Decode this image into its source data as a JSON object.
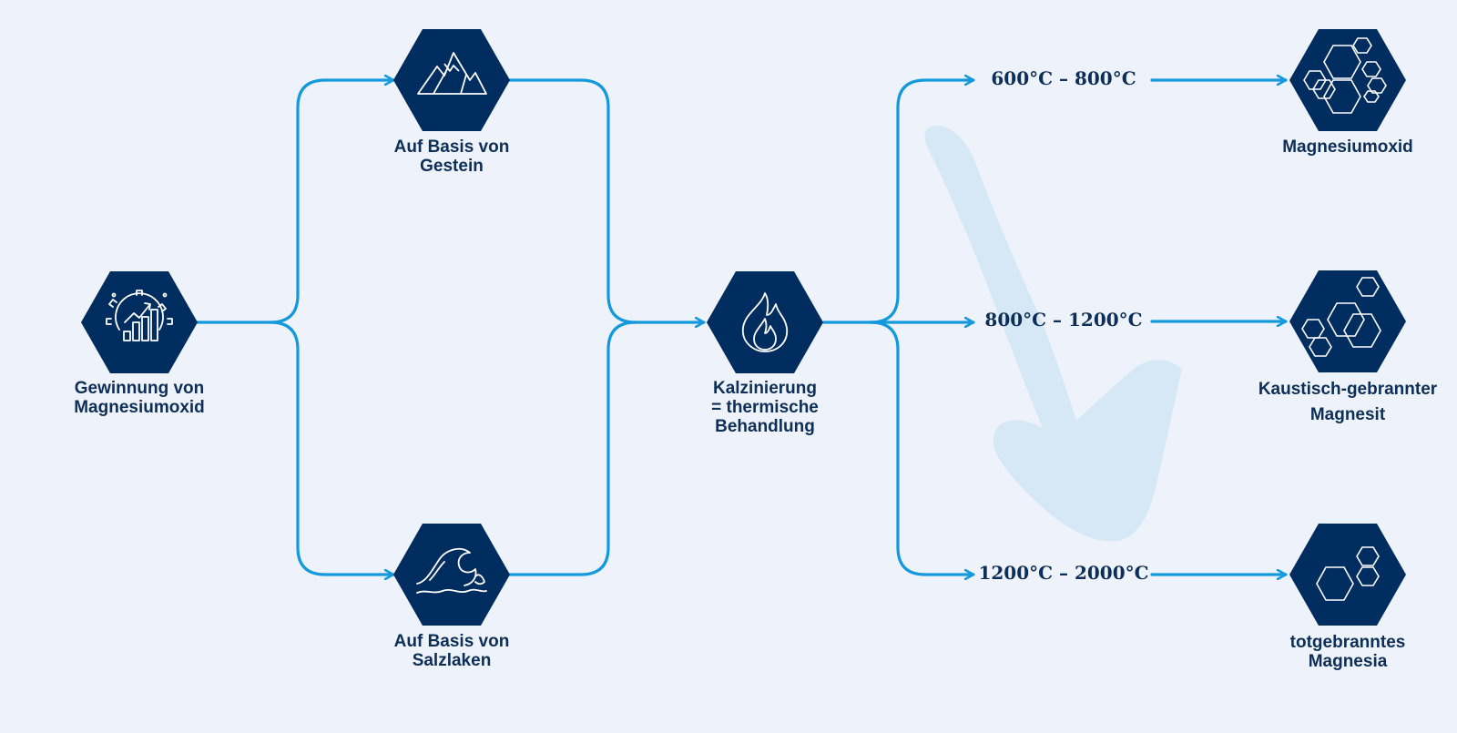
{
  "colors": {
    "background": "#eef3fb",
    "hexagon": "#002d5f",
    "connector": "#1399dc",
    "watermark": "#d6e8f6",
    "text": "#0d2e57"
  },
  "nodes": {
    "start": {
      "icon": "gear-chart-icon",
      "line1": "Gewinnung von",
      "line2": "Magnesiumoxid"
    },
    "rock": {
      "icon": "mountain-icon",
      "line1": "Auf Basis von",
      "line2": "Gestein"
    },
    "brine": {
      "icon": "wave-icon",
      "line1": "Auf Basis von",
      "line2": "Salzlaken"
    },
    "calcination": {
      "icon": "flame-icon",
      "line1": "Kalzinierung",
      "line2": "= thermische",
      "line3": "Behandlung"
    },
    "magnesium_oxide": {
      "icon": "hexagon-cluster-icon",
      "line1": "Magnesiumoxid"
    },
    "caustic": {
      "icon": "hexagon-cluster-icon",
      "line1": "Kaustisch-gebrannter",
      "line2": "Magnesit"
    },
    "deadburned": {
      "icon": "hexagon-cluster-icon",
      "line1": "totgebranntes",
      "line2": "Magnesia"
    }
  },
  "temperatures": {
    "low": "600°C – 800°C",
    "mid": "800°C – 1200°C",
    "high": "1200°C – 2000°C"
  },
  "watermark": {
    "icon": "checkmark-icon"
  }
}
